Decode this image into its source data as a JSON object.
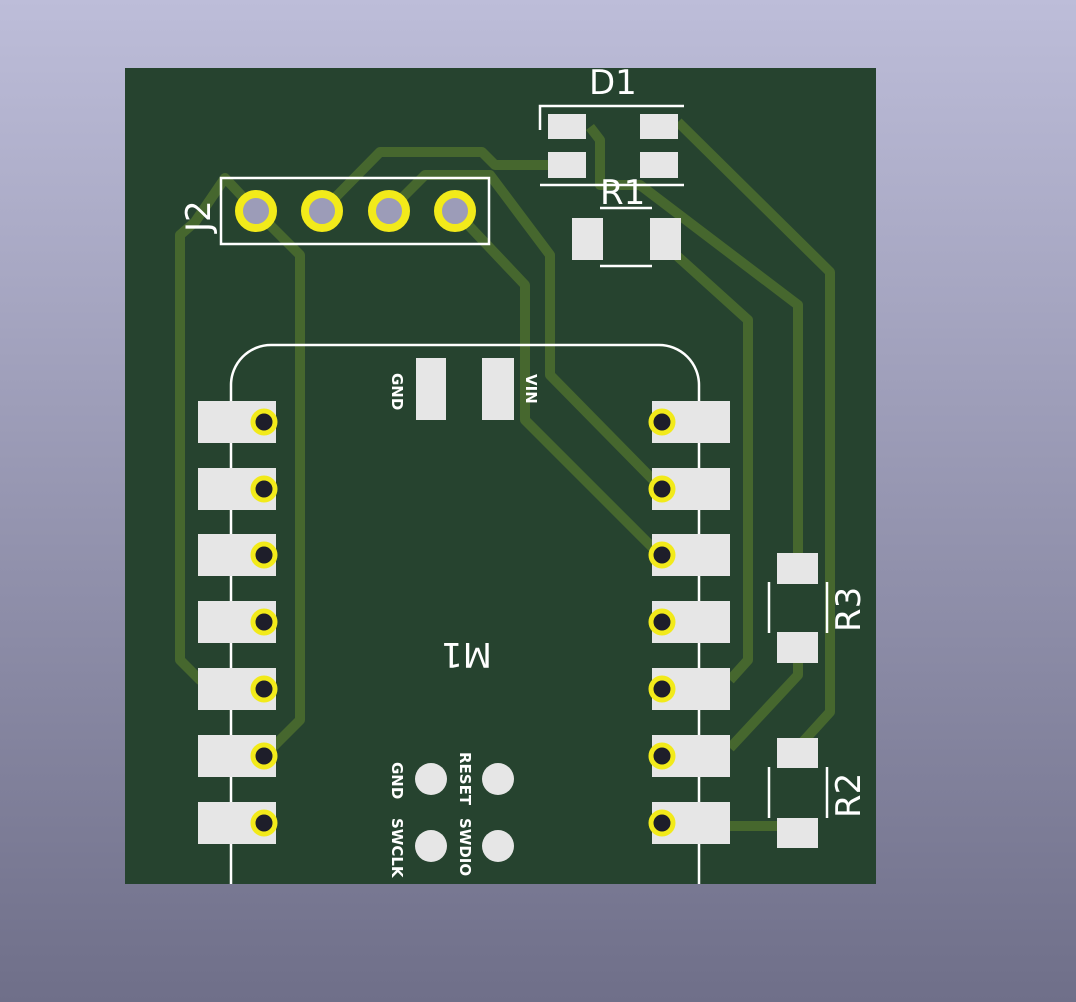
{
  "colors": {
    "board": "#26432f",
    "trace": "#4a6b2e",
    "pad": "#e6e6e6",
    "ring": "#f2ea1a",
    "silk": "#ffffff"
  },
  "refs": {
    "d1": "D1",
    "r1": "R1",
    "j2": "J2",
    "r2": "R2",
    "r3": "R3",
    "m1": "M1"
  },
  "labels": {
    "gnd": "GND",
    "vin": "VIN",
    "reset": "RESET",
    "gnd2": "GND",
    "swdio": "SWDIO",
    "swclk": "SWCLK"
  }
}
